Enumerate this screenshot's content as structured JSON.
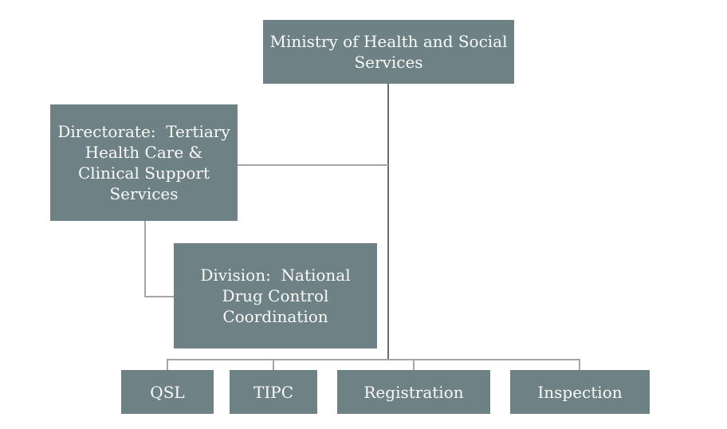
{
  "title": "Organizational chart",
  "nodes": {
    "ministry": {
      "label": "Ministry of Health and Social\nServices"
    },
    "directorate": {
      "label": "Directorate:  Tertiary\nHealth Care &\nClinical Support\nServices"
    },
    "division": {
      "label": "Division:  National\nDrug Control\nCoordination"
    },
    "qsl": {
      "label": "QSL"
    },
    "tipc": {
      "label": "TIPC"
    },
    "registration": {
      "label": "Registration"
    },
    "inspection": {
      "label": "Inspection"
    }
  },
  "edges": [
    {
      "from": "ministry",
      "to": "directorate"
    },
    {
      "from": "directorate",
      "to": "division"
    },
    {
      "from": "ministry",
      "to": "qsl"
    },
    {
      "from": "ministry",
      "to": "tipc"
    },
    {
      "from": "ministry",
      "to": "registration"
    },
    {
      "from": "ministry",
      "to": "inspection"
    }
  ],
  "colors": {
    "background": "#ffffff",
    "box-fill": "#6e8184",
    "box-text": "#fafafa",
    "connector": "#a6a6a6",
    "trunk": "#5f7173"
  }
}
